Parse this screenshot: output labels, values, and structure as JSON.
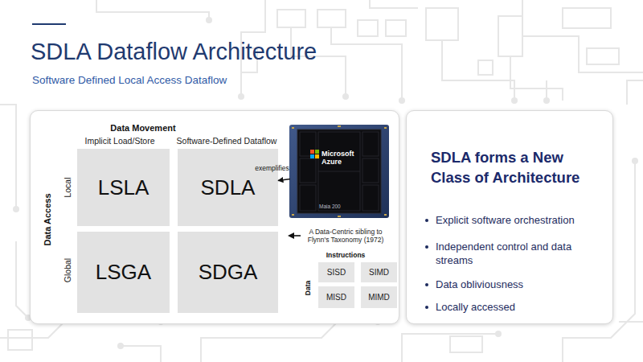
{
  "diagram": {
    "title": "SDLA Dataflow Architecture",
    "nodes": [
      {
        "text": [
          "Data Movement",
          "Implicit Load/Store",
          "Software-Defined Dataflow",
          "Data Access",
          "Local",
          "Global"
        ]
      },
      {
        "text": [
          "LSLA"
        ],
        "in": 0
      },
      {
        "text": [
          "SDLA"
        ],
        "in": 0
      },
      {
        "text": [
          "LSGA"
        ],
        "in": 0
      },
      {
        "text": [
          "SDGA"
        ],
        "in": 0
      },
      {
        "text": [
          "Microsoft Azure",
          "Maia 200"
        ],
        "in": 0
      },
      {
        "text": [
          "SISD"
        ],
        "in": 0
      },
      {
        "text": [
          "SIMD"
        ],
        "in": 0
      },
      {
        "text": [
          "MISD"
        ],
        "in": 0
      },
      {
        "text": [
          "MIMD"
        ],
        "in": 0
      },
      {
        "text": [
          "SDLA forms a New Class of Architecture",
          "Explicit software orchestration",
          "Independent control and data streams",
          "Data obliviousness",
          "Locally accessed"
        ]
      }
    ],
    "edges": [
      {
        "from": 5,
        "to": 2,
        "label": "exemplifies",
        "arrow": "to"
      }
    ],
    "labels": [
      "Software Defined Local Access Dataflow",
      "A Data-Centric sibling to Flynn's Taxonomy (1972)",
      "Instructions",
      "Data"
    ]
  }
}
